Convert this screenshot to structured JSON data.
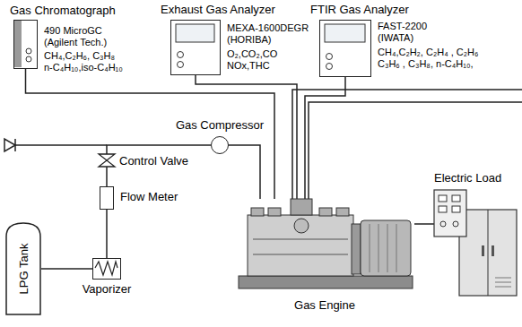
{
  "diagram": {
    "nodes": [
      {
        "text": [
          "Gas Chromatograph",
          "490 MicroGC (Agilent Tech.)",
          "CH₄,C₂H₆, C₃H₈ n-C₄H₁₀,iso-C₄H₁₀"
        ]
      },
      {
        "text": [
          "Exhaust Gas Analyzer",
          "MEXA-1600DEGR (HORIBA)",
          "O₂,CO₂,CO NOx,THC"
        ]
      },
      {
        "text": [
          "FTIR Gas Analyzer",
          "FAST-2200 (IWATA)",
          "CH₄,C₂H₂, C₂H₄ , C₂H₆ C₃H₆ , C₃H₈, n-C₄H₁₀,"
        ]
      },
      {
        "text": [
          "Gas Compressor"
        ]
      },
      {
        "text": [
          "Control Valve"
        ]
      },
      {
        "text": [
          "Flow Meter"
        ]
      },
      {
        "text": [
          "Electric Load"
        ]
      },
      {
        "text": [
          "LPG Tank"
        ]
      },
      {
        "text": [
          "Vaporizer"
        ]
      },
      {
        "text": [
          "Gas Engine"
        ]
      }
    ],
    "edges": [
      {
        "from": 7,
        "to": 8,
        "arrow": "none"
      },
      {
        "from": 8,
        "to": 5,
        "arrow": "none"
      },
      {
        "from": 5,
        "to": 4,
        "arrow": "none"
      },
      {
        "from": 4,
        "to": 3,
        "arrow": "none"
      },
      {
        "from": 3,
        "to": 9,
        "arrow": "none"
      },
      {
        "from": 0,
        "to": 9,
        "arrow": "none"
      },
      {
        "from": 1,
        "to": 9,
        "arrow": "none"
      },
      {
        "from": 2,
        "to": 9,
        "arrow": "none"
      },
      {
        "from": 9,
        "to": 6,
        "arrow": "none"
      }
    ]
  }
}
